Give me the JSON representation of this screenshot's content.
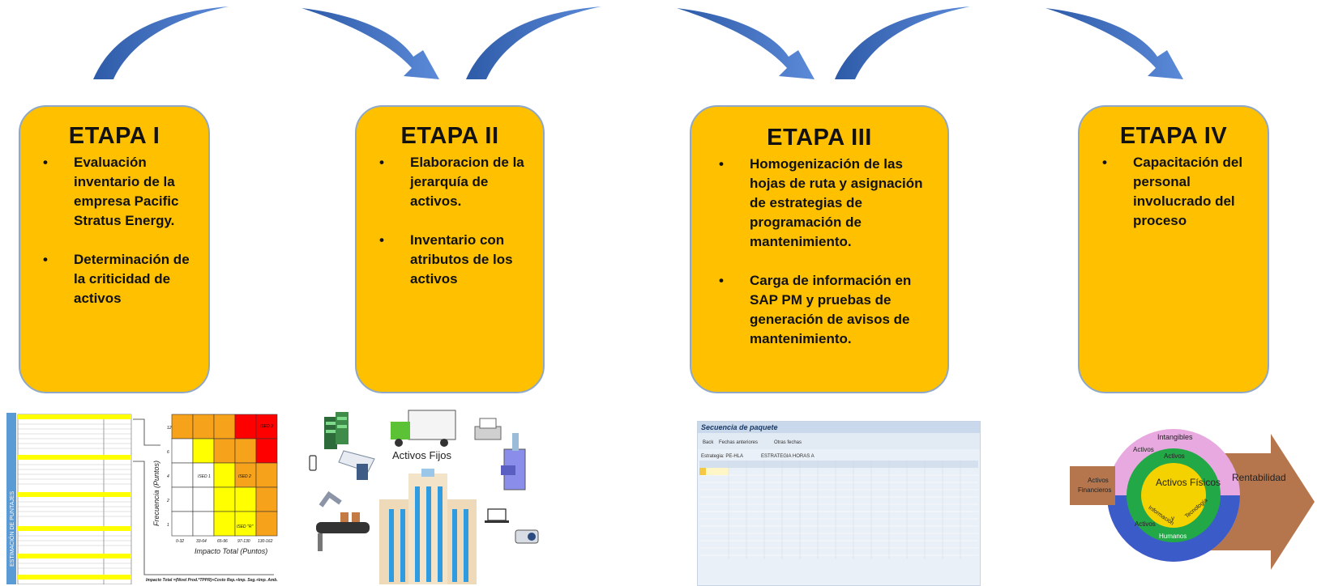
{
  "colors": {
    "stage_fill": "#FFC000",
    "stage_border": "#8FA8C8",
    "arrow_blue": "#4472C4"
  },
  "stages": [
    {
      "title": "ETAPA I",
      "bullets": [
        "Evaluación inventario de la empresa Pacific Stratus Energy.",
        "Determinación de la criticidad de activos"
      ]
    },
    {
      "title": "ETAPA II",
      "bullets": [
        "Elaboracion de la jerarquía de activos.",
        "Inventario con atributos de los activos"
      ]
    },
    {
      "title": "ETAPA III",
      "bullets": [
        "Homogenización de las hojas de ruta y asignación de estrategias de programación de mantenimiento.",
        "Carga de información en SAP PM y pruebas de generación de avisos de mantenimiento."
      ]
    },
    {
      "title": "ETAPA IV",
      "bullets": [
        "Capacitación del personal involucrado del proceso"
      ]
    }
  ],
  "criticality": {
    "side_label": "ESTIMACIÓN DE PUNTAJES",
    "y_axis": "Frecuencia (Puntos)",
    "x_axis": "Impacto Total (Puntos)",
    "x_ticks": [
      "0-32",
      "33-64",
      "65-96",
      "97-130",
      "130-162"
    ],
    "y_ticks": [
      "12",
      "6",
      "4",
      "2",
      "1"
    ],
    "cells": [
      "ISED 1",
      "ISED 2",
      "ISED 3",
      "ISED \"R\""
    ],
    "formula": "Impacto Total =(Nivel Prod.*TPPR)+Costo Rep.+Imp. Seg.+Imp. Amb."
  },
  "assets_image": {
    "label": "Activos Fijos"
  },
  "sap": {
    "title": "Secuencia de paquete",
    "toolbar": [
      "Back",
      "Fechas anteriores",
      "Otras fechas"
    ],
    "strategy": "Estrategia: PE-HLA",
    "strategy_name": "ESTRATEGIA HORAS A"
  },
  "assets_diagram": {
    "top": "Intangibles",
    "left_outer_1": "Activos",
    "left_outer_2": "Financieros",
    "inner_top": "Activos",
    "center": "Activos Físicos",
    "info": "Información",
    "y": "y",
    "tech": "Tecnología",
    "bottom_1": "Activos",
    "bottom_2": "Humanos",
    "left_top": "Activos",
    "right": "Rentabilidad"
  }
}
